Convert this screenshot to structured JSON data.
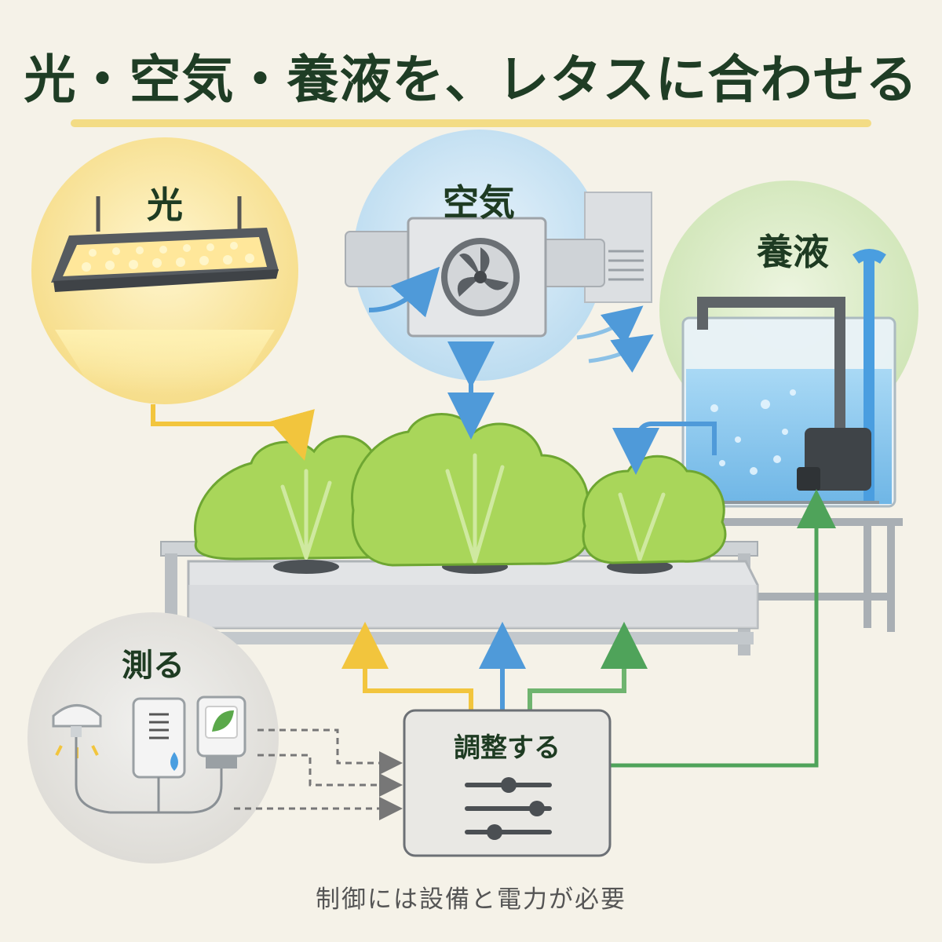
{
  "title": "光・空気・養液を、レタスに合わせる",
  "labels": {
    "light": "光",
    "air": "空気",
    "nutrient": "養液",
    "measure": "測る",
    "adjust": "調整する"
  },
  "caption": "制御には設備と電力が必要",
  "colors": {
    "title": "#1f3d25",
    "light_arrow": "#f2c53d",
    "air_arrow": "#4f9ad9",
    "nutrient_arrow": "#4fa35a",
    "lettuce": "#8cc63f",
    "water": "#8cc8ee"
  },
  "icons": [
    "led-grow-light-icon",
    "ventilation-fan-icon",
    "nutrient-tank-icon",
    "water-pump-icon",
    "lettuce-icon",
    "light-sensor-icon",
    "water-sensor-icon",
    "plant-sensor-icon",
    "sliders-icon"
  ]
}
